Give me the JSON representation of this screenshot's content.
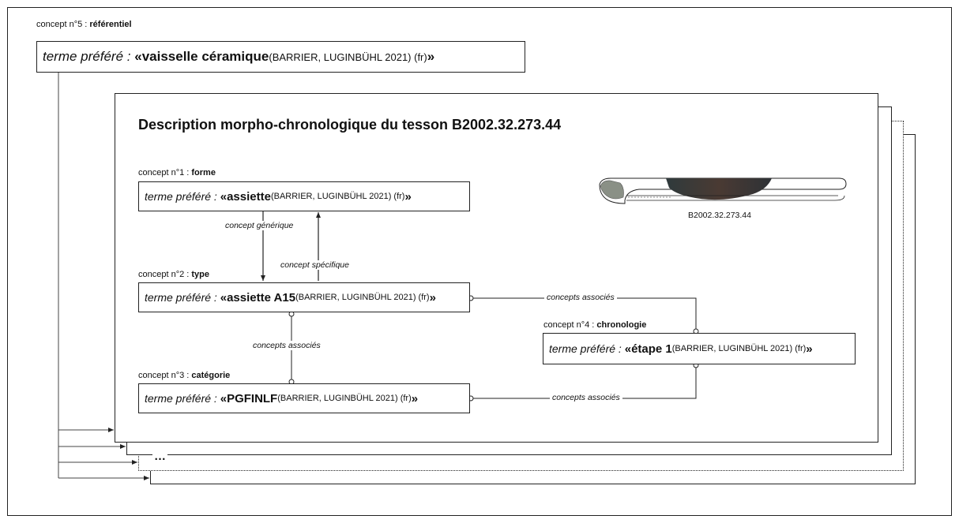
{
  "referentiel": {
    "concept_prefix": "concept n°5 : ",
    "concept_kind": "référentiel",
    "term_prefix": "terme préféré : ",
    "term_open": "« ",
    "term_value": "vaisselle céramique",
    "term_ref": " (BARRIER, LUGINBÜHL 2021) (fr) ",
    "term_close": "»"
  },
  "card_title": "Description morpho-chronologique du tesson B2002.32.273.44",
  "sherd_caption": "B2002.32.273.44",
  "concepts": [
    {
      "prefix": "concept n°1 : ",
      "kind": "forme",
      "term_prefix": "terme préféré : ",
      "open": "« ",
      "value": "assiette",
      "ref": " (BARRIER, LUGINBÜHL 2021) (fr) ",
      "close": "»"
    },
    {
      "prefix": "concept n°2 : ",
      "kind": "type",
      "term_prefix": "terme préféré : ",
      "open": "« ",
      "value": "assiette A15",
      "ref": " (BARRIER, LUGINBÜHL 2021) (fr) ",
      "close": "»"
    },
    {
      "prefix": "concept n°3 : ",
      "kind": "catégorie",
      "term_prefix": "terme préféré : ",
      "open": "« ",
      "value": "PGFINLF",
      "ref": " (BARRIER, LUGINBÜHL 2021) (fr) ",
      "close": "»"
    },
    {
      "prefix": "concept n°4 : ",
      "kind": "chronologie",
      "term_prefix": "terme préféré : ",
      "open": "« ",
      "value": "étape 1",
      "ref": " (BARRIER, LUGINBÜHL 2021) (fr) ",
      "close": "»"
    }
  ],
  "relations": {
    "generic": "concept générique",
    "specific": "concept spécifique",
    "associated_type_chrono": "concepts associés",
    "associated_type_cat": "concepts associés",
    "associated_cat_chrono": "concepts associés"
  },
  "ellipsis": "…"
}
